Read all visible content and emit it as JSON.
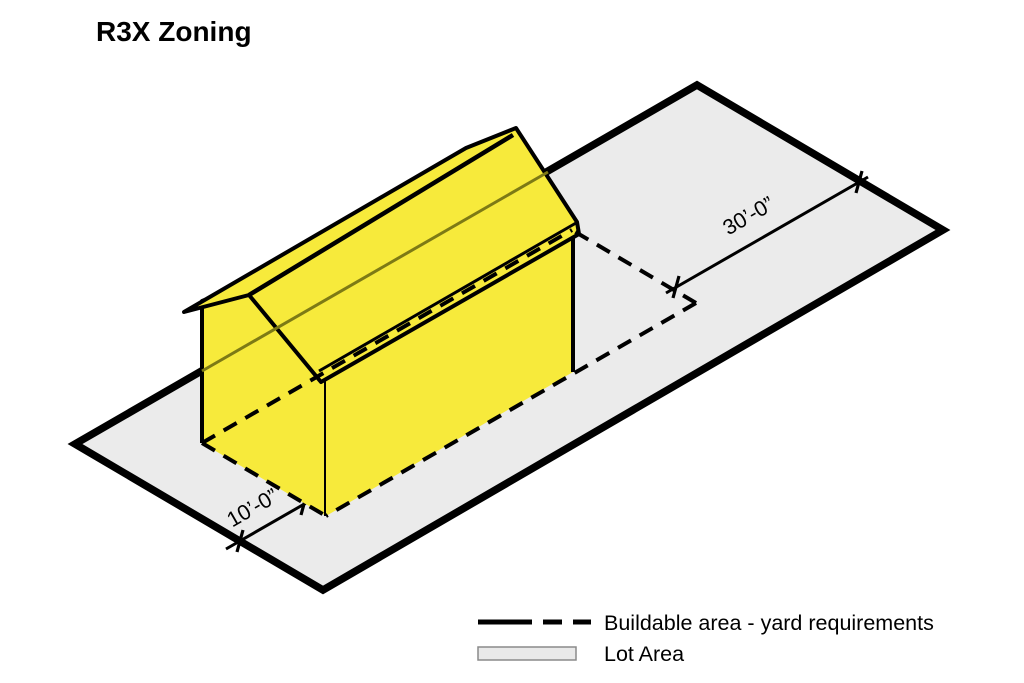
{
  "title": "R3X Zoning",
  "diagram": {
    "dim_rear": "30’-0”",
    "dim_front": "10’-0”"
  },
  "legend": {
    "items": [
      {
        "symbol": "dashed-line",
        "label": "Buildable area - yard requirements"
      },
      {
        "symbol": "lot-area-swatch",
        "label": "Lot Area"
      }
    ]
  },
  "colors": {
    "background": "#FFFFFF",
    "outline": "#000000",
    "lot_fill": "#EBEBEB",
    "house_fill": "#F7EA3B",
    "hidden_edge": "#7D7A15",
    "legend_swatch_fill": "#E9E9E9",
    "legend_swatch_border": "#8A8A8A"
  }
}
